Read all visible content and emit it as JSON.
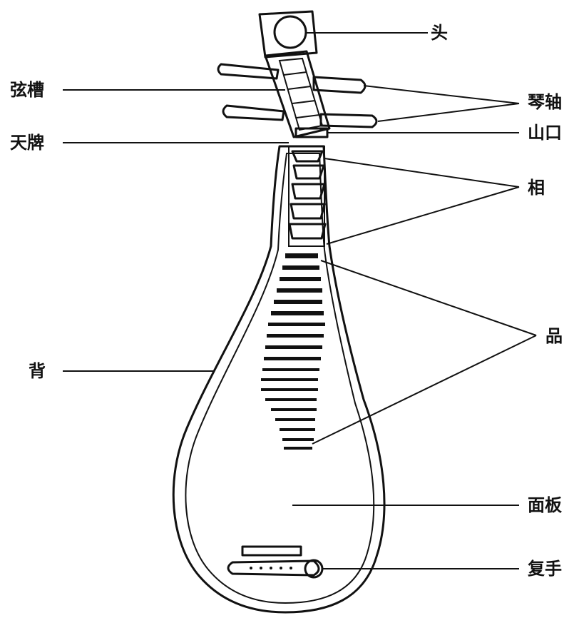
{
  "labels": {
    "head": "头",
    "string_slot": "弦槽",
    "tuning_pegs": "琴轴",
    "upper_plate": "天牌",
    "nut": "山口",
    "frets_xiang": "相",
    "frets_pin": "品",
    "back": "背",
    "soundboard": "面板",
    "bridge": "复手"
  }
}
